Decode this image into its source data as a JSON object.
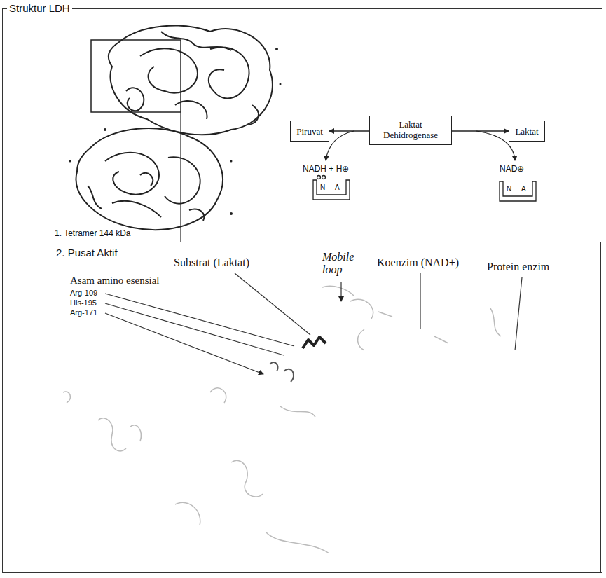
{
  "diagram": {
    "nodes": [
      {
        "text": [
          "Struktur LDH"
        ]
      },
      {
        "text": [
          "Piruvat"
        ],
        "in": 0
      },
      {
        "text": [
          "Laktat Dehidrogenase"
        ],
        "in": 0
      },
      {
        "text": [
          "Laktat"
        ],
        "in": 0
      },
      {
        "text": [
          "2. Pusat Aktif"
        ],
        "in": 0
      }
    ],
    "edges": [
      {
        "from": 2,
        "to": 1,
        "arrow": "to"
      },
      {
        "from": 2,
        "to": 3,
        "arrow": "to"
      }
    ],
    "labels": [
      "1. Tetramer 144 kDa",
      "NADH + H⊕",
      "NAD⊕",
      "N",
      "A",
      "N",
      "A",
      "Substrat (Laktat)",
      "Mobile loop",
      "Koenzim (NAD+)",
      "Protein enzim",
      "Asam amino esensial",
      "Arg-109",
      "His-195",
      "Arg-171"
    ]
  }
}
